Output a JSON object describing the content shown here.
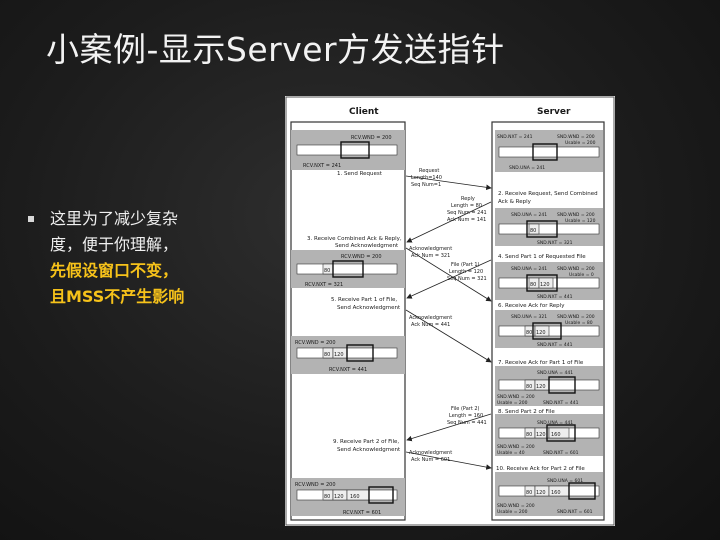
{
  "slide": {
    "title": "小案例-显示Server方发送指针",
    "bullet": {
      "line1": "这里为了减少复杂",
      "line2": "度，便于你理解，",
      "line3": "先假设窗口不变，",
      "line4": "且MSS不产生影响"
    }
  },
  "colors": {
    "background": "#1c1c1c",
    "title": "#f2f2f2",
    "highlight": "#f6c21a",
    "figure_gray": "#b3b3b3"
  },
  "figure": {
    "client_header": "Client",
    "server_header": "Server",
    "c1": {
      "top": "RCV.WND = 200",
      "bottom": "RCV.NXT = 241"
    },
    "c2": {
      "top": "RCV.WND = 200",
      "b1": "80",
      "bottom": "RCV.NXT = 321"
    },
    "c3": {
      "top": "RCV.WND = 200",
      "b1": "80",
      "b2": "120",
      "bottom": "RCV.NXT = 441"
    },
    "c4": {
      "top": "RCV.WND = 200",
      "b1": "80",
      "b2": "120",
      "b3": "160",
      "bottom": "RCV.NXT = 601"
    },
    "s1": {
      "nxt": "SND.NXT = 241",
      "wnd": "SND.WND = 200",
      "usable": "Usable = 200",
      "una": "SND.UNA = 241"
    },
    "s2": {
      "una": "SND.UNA = 241",
      "wnd": "SND.WND = 200",
      "usable": "Usable = 120",
      "b1": "80",
      "nxt": "SND.NXT = 321"
    },
    "s3": {
      "una": "SND.UNA = 241",
      "wnd": "SND.WND = 200",
      "usable": "Usable = 0",
      "b1": "80",
      "b2": "120",
      "nxt": "SND.NXT = 441"
    },
    "s4": {
      "una": "SND.UNA = 321",
      "wnd": "SND.WND = 200",
      "usable": "Usable = 80",
      "b1": "80",
      "b2": "120",
      "nxt": "SND.NXT = 441"
    },
    "s5": {
      "una": "SND.UNA = 441",
      "b1": "80",
      "b2": "120",
      "wnd": "SND.WND = 200",
      "usable": "Usable = 200",
      "nxt": "SND.NXT = 441"
    },
    "s6": {
      "una": "SND.UNA = 441",
      "b1": "80",
      "b2": "120",
      "b3": "160",
      "wnd": "SND.WND = 200",
      "usable": "Usable = 40",
      "nxt": "SND.NXT = 601"
    },
    "s7": {
      "una": "SND.UNA = 601",
      "b1": "80",
      "b2": "120",
      "b3": "160",
      "wnd": "SND.WND = 200",
      "usable": "Usable = 200",
      "nxt": "SND.NXT = 601"
    },
    "steps": {
      "step1": "1. Send Request",
      "step2a": "2. Receive Request, Send Combined",
      "step2b": "Ack & Reply",
      "step3a": "3. Receive Combined Ack & Reply,",
      "step3b": "Send Acknowledgment",
      "step4": "4. Send Part 1 of Requested File",
      "step5a": "5. Receive Part 1 of File,",
      "step5b": "Send Acknowledgment",
      "step6": "6. Receive Ack for Reply",
      "step7": "7. Receive Ack for Part 1 of File",
      "step8": "8. Send Part 2 of File",
      "step9a": "9. Receive Part 2 of File,",
      "step9b": "Send Acknowledgment",
      "step10": "10. Receive Ack for Part 2 of File"
    },
    "messages": {
      "req1": "Request",
      "req2": "Length=140",
      "req3": "Seq Num=1",
      "rep1": "Reply",
      "rep2": "Length = 80",
      "rep3": "Seq Num = 241",
      "rep4": "Ack Num = 141",
      "ack1a": "Acknowledgment",
      "ack1b": "Ack Num = 321",
      "fp1a": "File (Part 1)",
      "fp1b": "Length = 120",
      "fp1c": "Seq Num = 321",
      "ack2a": "Acknowledgment",
      "ack2b": "Ack Num = 441",
      "fp2a": "File (Part 2)",
      "fp2b": "Length = 160",
      "fp2c": "Seq Num = 441",
      "ack3a": "Acknowledgment",
      "ack3b": "Ack Num = 601"
    }
  }
}
